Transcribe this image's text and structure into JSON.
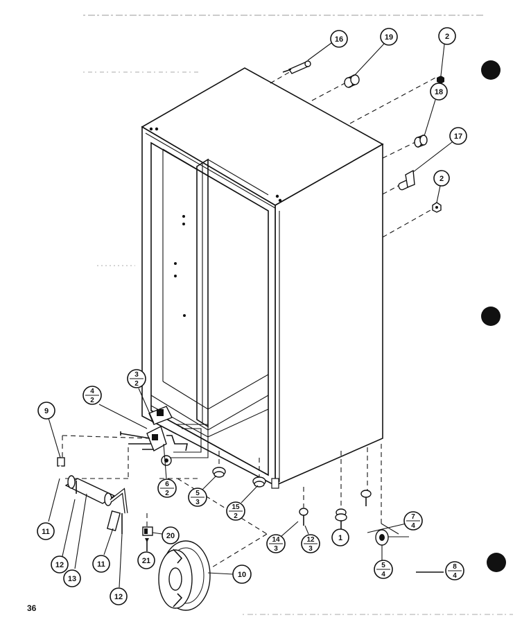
{
  "page_number": "36",
  "callouts": {
    "c16": "16",
    "c19": "19",
    "c2a": "2",
    "c18": "18",
    "c17": "17",
    "c2b": "2",
    "c9": "9",
    "c3_2": [
      "3",
      "2"
    ],
    "c4_2": [
      "4",
      "2"
    ],
    "c6_2": [
      "6",
      "2"
    ],
    "c5_3": [
      "5",
      "3"
    ],
    "c15_2": [
      "15",
      "2"
    ],
    "c1": "1",
    "c7_4": [
      "7",
      "4"
    ],
    "c14_3": [
      "14",
      "3"
    ],
    "c12_3": [
      "12",
      "3"
    ],
    "c8_4": [
      "8",
      "4"
    ],
    "c5_4": [
      "5",
      "4"
    ],
    "c20": "20",
    "c21": "21",
    "c10": "10",
    "c11a": "11",
    "c12a": "12",
    "c13": "13",
    "c11b": "11",
    "c12b": "12"
  }
}
